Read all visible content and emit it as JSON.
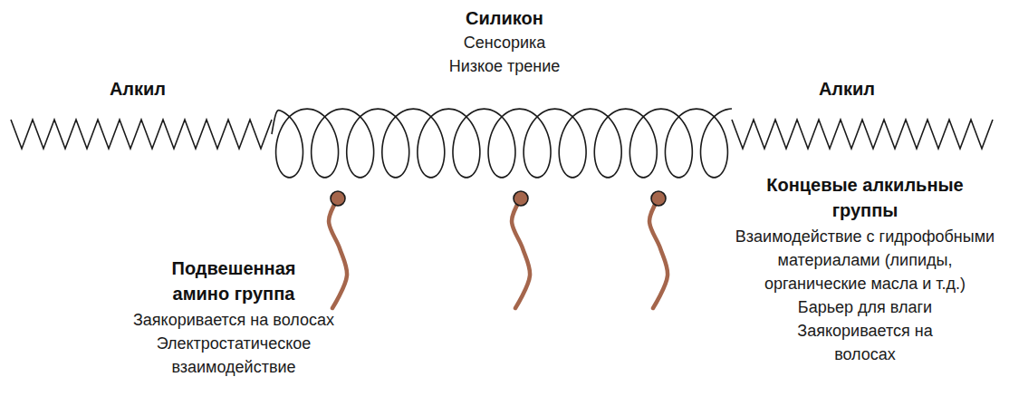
{
  "diagram": {
    "labels": [
      "Алкил",
      "Силикон",
      "Сенсорика",
      "Низкое трение",
      "Алкил",
      "Подвешенная амино группа",
      "Заякоривается на волосах",
      "Электростатическое взаимодействие",
      "Концевые алкильные группы",
      "Взаимодействие с гидрофобными материалами (липиды, органические масла и т.д.)",
      "Барьер для влаги",
      "Заякоривается на волосах"
    ]
  }
}
